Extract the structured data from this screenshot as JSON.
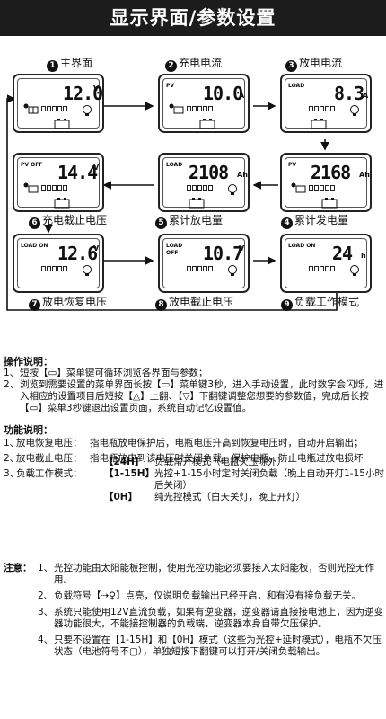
{
  "header": {
    "title": "显示界面/参数设置"
  },
  "panels": [
    {
      "num": "1",
      "label": "主界面",
      "tag": "",
      "tag2": "",
      "value": "12.0",
      "unit": "V"
    },
    {
      "num": "2",
      "label": "充电电流",
      "tag": "PV",
      "tag2": "",
      "value": "10.0",
      "unit": "A"
    },
    {
      "num": "3",
      "label": "放电电流",
      "tag": "LOAD",
      "tag2": "",
      "value": "8.3",
      "unit": "A"
    },
    {
      "num": "4",
      "label": "累计发电量",
      "tag": "PV",
      "tag2": "",
      "value": "2168",
      "unit": "Ah"
    },
    {
      "num": "5",
      "label": "累计放电量",
      "tag": "LOAD",
      "tag2": "",
      "value": "2108",
      "unit": "Ah"
    },
    {
      "num": "6",
      "label": "充电截止电压",
      "tag": "PV OFF",
      "tag2": "",
      "value": "14.4",
      "unit": "V"
    },
    {
      "num": "7",
      "label": "放电恢复电压",
      "tag": "LOAD ON",
      "tag2": "",
      "value": "12.6",
      "unit": "V"
    },
    {
      "num": "8",
      "label": "放电截止电压",
      "tag": "LOAD",
      "tag2": "OFF",
      "value": "10.7",
      "unit": "V"
    },
    {
      "num": "9",
      "label": "负载工作模式",
      "tag": "LOAD ON",
      "tag2": "",
      "value": "24",
      "unit": "h"
    }
  ],
  "operation": {
    "title": "操作说明：",
    "items": [
      {
        "n": "1、",
        "text": "短按【▭】菜单键可循环浏览各界面与参数；"
      },
      {
        "n": "2、",
        "text": "浏览到需要设置的菜单界面长按【▭】菜单键3秒，进入手动设置，此时数字会闪烁，进入相应的设置项目后短按【△】上翻、【▽】下翻键调整您想要的参数值，完成后长按【▭】菜单3秒键退出设置页面，系统自动记忆设置值。"
      }
    ]
  },
  "function": {
    "title": "功能说明：",
    "items": [
      {
        "n": "1、",
        "name": "放电恢复电压：",
        "text": "指电瓶放电保护后，电瓶电压升高到恢复电压时，自动开启输出；"
      },
      {
        "n": "2、",
        "name": "放电截止电压：",
        "text": "指电瓶放电到该电压时关闭负载，保护电瓶，防止电瓶过放电损坏"
      },
      {
        "n": "3、",
        "name": "负载工作模式：",
        "text": ""
      }
    ],
    "modes": [
      {
        "key": "【24H】",
        "text": "负载常开模式（电瓶欠压除外）"
      },
      {
        "key": "【1-15H】",
        "text": "光控+1-15小时定时关闭负载（晚上自动开灯1-15小时后关闭）"
      },
      {
        "key": "【0H】",
        "text": "纯光控模式（白天关灯，晚上开灯）"
      }
    ]
  },
  "notes": {
    "title": "注意：",
    "items": [
      {
        "n": "1、",
        "text": "光控功能由太阳能板控制，使用光控功能必须要接入太阳能板，否则光控无作用。"
      },
      {
        "n": "2、",
        "text": "负载符号【⇢♀】点亮，仅说明负载输出已经开启，和有没有接负载无关。"
      },
      {
        "n": "3、",
        "text": "系统只能使用12V直流负载，如果有逆变器，逆变器请直接接电池上，因为逆变器功能很大，不能接控制器的负载端，逆变器本身自带欠压保护。"
      },
      {
        "n": "4、",
        "text": "只要不设置在【1-15H】和【0H】模式（这些为光控+延时模式），电瓶不欠压状态（电池符号不▢），单独短按下翻键可以打开/关闭负载输出。"
      }
    ]
  }
}
